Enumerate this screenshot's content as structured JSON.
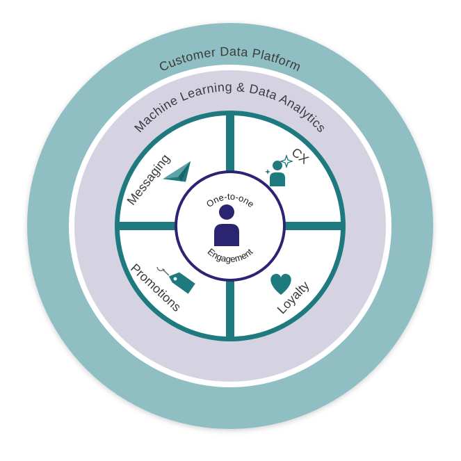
{
  "outer_ring": {
    "label": "Customer Data Platform",
    "color": "#8fbfc3"
  },
  "middle_ring": {
    "label": "Machine Learning & Data Analytics",
    "color": "#d5d3e2"
  },
  "quadrants": [
    {
      "label": "Messaging",
      "icon": "paper-plane-icon"
    },
    {
      "label": "CX",
      "icon": "person-sparkle-icon"
    },
    {
      "label": "Promotions",
      "icon": "price-tag-icon"
    },
    {
      "label": "Loyalty",
      "icon": "heart-icon"
    }
  ],
  "center": {
    "top_label": "One-to-one",
    "bottom_label": "Engagement",
    "icon": "person-icon"
  },
  "colors": {
    "teal": "#1f7a80",
    "navy": "#2b2470",
    "quadrant_fill": "#ffffff"
  }
}
